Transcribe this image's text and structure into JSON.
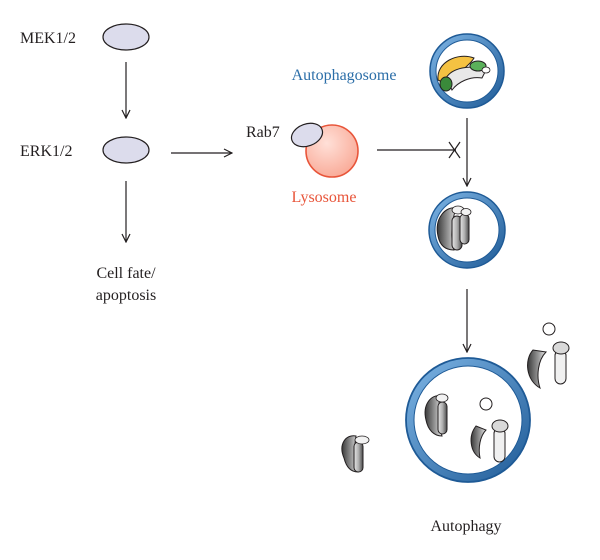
{
  "labels": {
    "mek": "MEK1/2",
    "erk": "ERK1/2",
    "cell_fate_line1": "Cell fate/",
    "cell_fate_line2": "apoptosis",
    "rab7": "Rab7",
    "lysosome": "Lysosome",
    "autophagosome": "Autophagosome",
    "autophagy": "Autophagy"
  },
  "colors": {
    "kinase_fill": "#dcdcec",
    "lysosome_fill": "#fcc7bd",
    "lysosome_stroke": "#e8553a",
    "vesicle_stroke": "#1e5a96",
    "vesicle_inner": "#4a8fd0",
    "autophagosome_label": "#2b6ea8",
    "lysosome_label": "#e8553a"
  }
}
